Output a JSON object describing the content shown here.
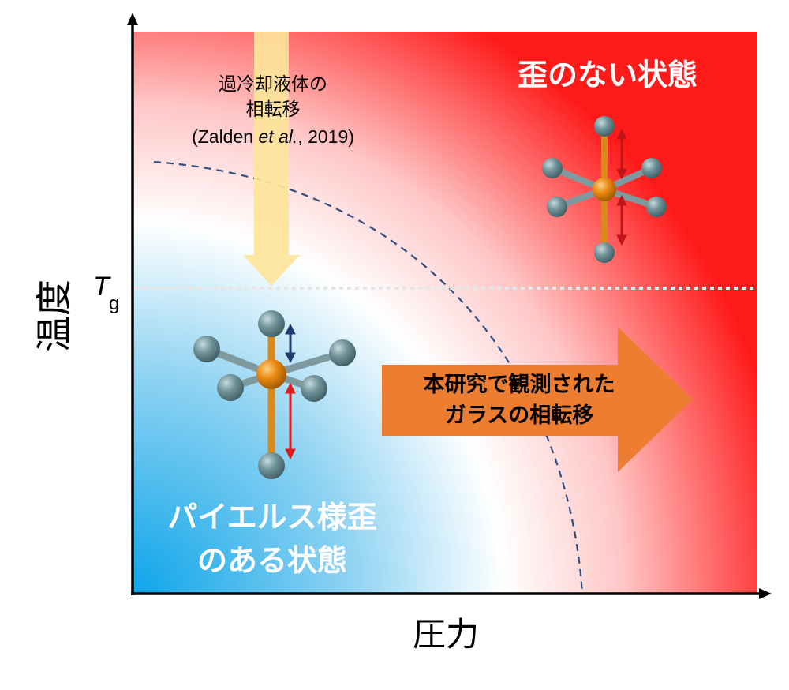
{
  "axes": {
    "y_label": "温度",
    "x_label": "圧力",
    "tg_symbol": "T",
    "tg_subscript": "g"
  },
  "regions": {
    "undistorted": "歪のない状態",
    "peierls_line1": "パイエルス様歪",
    "peierls_line2": "のある状態"
  },
  "arrows": {
    "supercooled": {
      "line1": "過冷却液体の",
      "line2": "相転移",
      "citation_prefix": "(Zalden ",
      "citation_etal": "et al.",
      "citation_suffix": ", 2019)"
    },
    "glass": {
      "line1": "本研究で観測された",
      "line2": "ガラスの相転移"
    }
  },
  "colors": {
    "distorted_blue": "#0ea5e9",
    "undistorted_red": "#ff1a1a",
    "center_atom": "#e8890f",
    "ligand_atom": "#6b8e95",
    "bond_orange": "#d88a1a",
    "bond_gray": "#7f9a9f",
    "long_bond_arrow": "#d81b1b",
    "short_bond_arrow": "#1f3a6e",
    "glass_arrow": "#ed7d31",
    "supercooled_arrow": "#fde49a",
    "boundary_dash": "#2f4f7f"
  }
}
